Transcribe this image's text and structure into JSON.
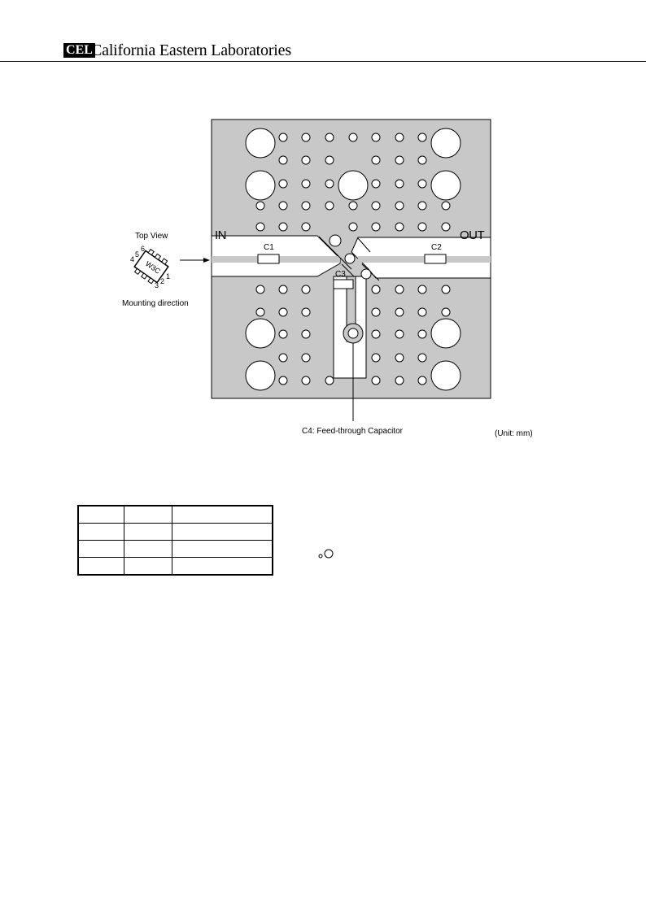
{
  "header": {
    "logo": "CEL",
    "company": "California Eastern Laboratories"
  },
  "figure": {
    "in_label": "IN",
    "out_label": "OUT",
    "c1": "C1",
    "c2": "C2",
    "c3": "C3",
    "top_view": "Top View",
    "mounting": "Mounting direction",
    "package_marking": "W3C",
    "pins": [
      "1",
      "2",
      "3",
      "4",
      "5",
      "6"
    ],
    "c4_note": "C4: Feed-through Capacitor",
    "unit": "(Unit: mm)"
  },
  "table": {
    "rows": [
      [
        "",
        "",
        ""
      ],
      [
        "",
        "",
        ""
      ],
      [
        "",
        "",
        ""
      ],
      [
        "",
        "",
        ""
      ]
    ]
  }
}
